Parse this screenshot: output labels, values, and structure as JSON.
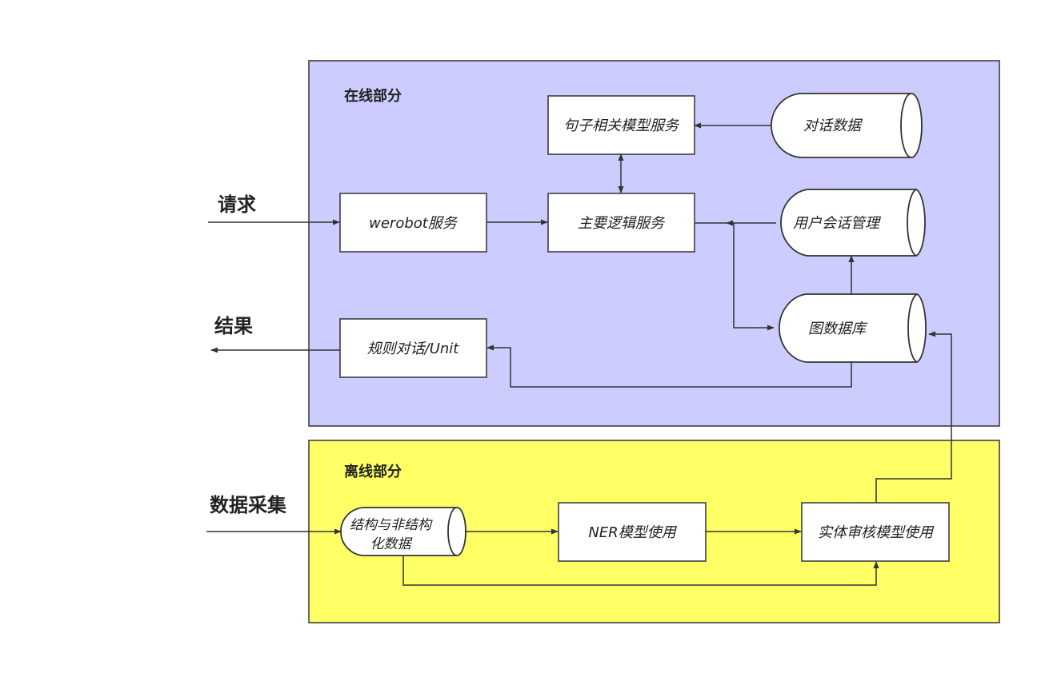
{
  "colors": {
    "online_fill": "#ccccff",
    "offline_fill": "#ffff66",
    "stroke": "#333333"
  },
  "online": {
    "title": "在线部分",
    "sentence_model_service": "句子相关模型服务",
    "dialog_data": "对话数据",
    "werobot_service": "werobot服务",
    "main_logic_service": "主要逻辑服务",
    "user_session": "用户会话管理",
    "graph_db": "图数据库",
    "rule_dialog": "规则对话/Unit"
  },
  "offline": {
    "title": "离线部分",
    "structured_data_line1": "结构与非结构",
    "structured_data_line2": "化数据",
    "ner_model": "NER模型使用",
    "entity_review_model": "实体审核模型使用"
  },
  "side_labels": {
    "request": "请求",
    "result": "结果",
    "data_collection": "数据采集"
  }
}
